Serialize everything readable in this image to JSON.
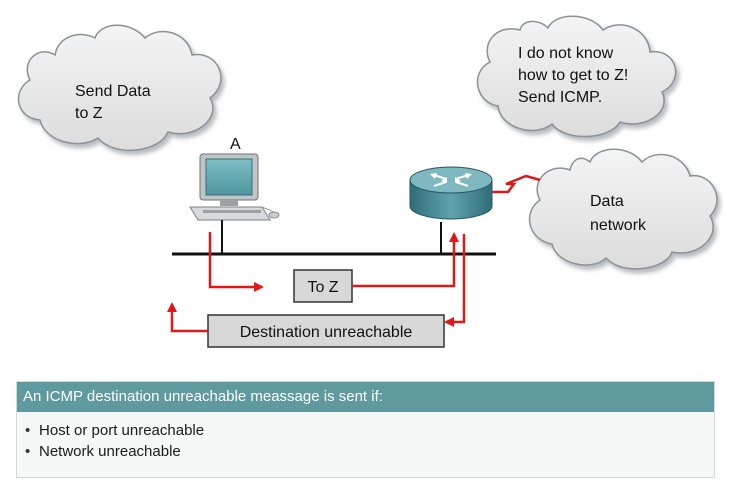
{
  "clouds": {
    "send": [
      "Send Data",
      "to Z"
    ],
    "router_msg": [
      "I do not know",
      "how to get to Z!",
      "Send ICMP."
    ],
    "network": [
      "Data",
      "network"
    ]
  },
  "host": {
    "label": "A"
  },
  "packets": {
    "to_z": "To Z",
    "dest_unreach": "Destination unreachable"
  },
  "panel": {
    "header": "An ICMP destination unreachable meassage is sent if:",
    "items": [
      "Host or port unreachable",
      "Network unreachable"
    ]
  },
  "colors": {
    "arrow": "#e01818",
    "router_body": "#4e8f99",
    "panel_header": "#5f9a9e"
  },
  "icons": [
    "cloud",
    "computer",
    "router",
    "serial-link"
  ]
}
